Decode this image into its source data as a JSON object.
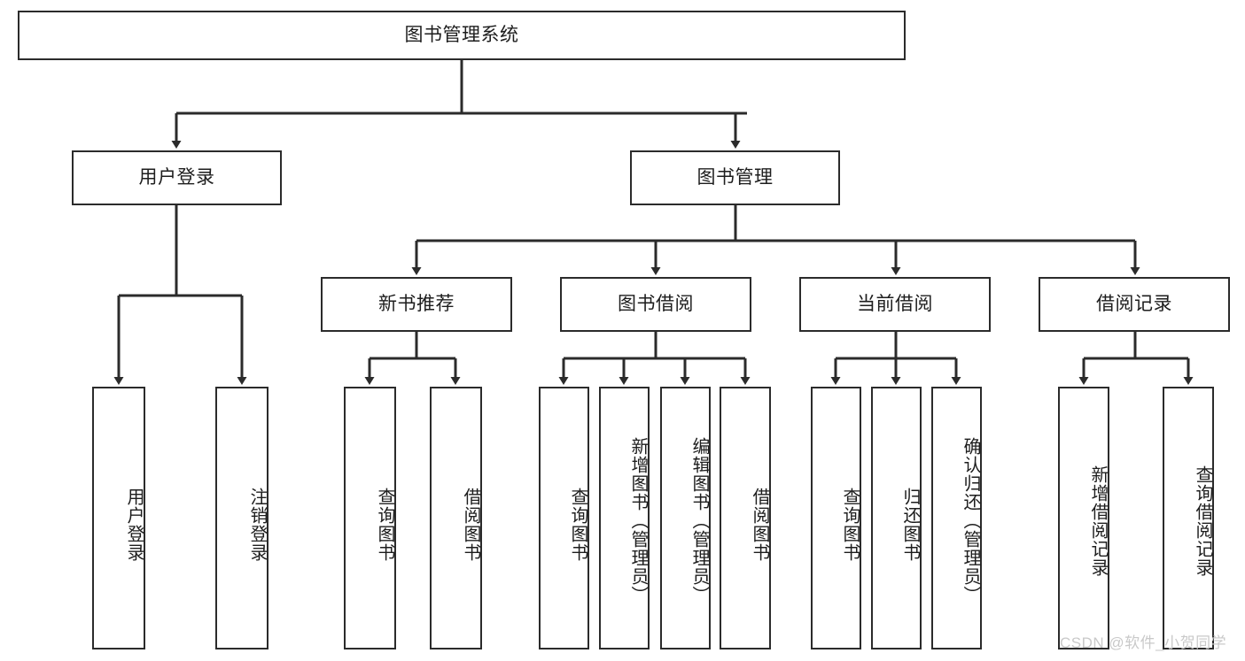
{
  "diagram": {
    "title_node": {
      "label": "图书管理系统"
    },
    "level2": [
      {
        "id": "user-login",
        "label": "用户登录"
      },
      {
        "id": "book-management",
        "label": "图书管理"
      }
    ],
    "level3": [
      {
        "id": "new-book-recommend",
        "label": "新书推荐"
      },
      {
        "id": "book-borrow",
        "label": "图书借阅"
      },
      {
        "id": "current-borrow",
        "label": "当前借阅"
      },
      {
        "id": "borrow-record",
        "label": "借阅记录"
      }
    ],
    "leaves": [
      {
        "id": "leaf-user-login",
        "label": "用户登录"
      },
      {
        "id": "leaf-logout-login",
        "label": "注销登录"
      },
      {
        "id": "leaf-query-book-1",
        "label": "查询图书"
      },
      {
        "id": "leaf-borrow-book-1",
        "label": "借阅图书"
      },
      {
        "id": "leaf-query-book-2",
        "label": "查询图书"
      },
      {
        "id": "leaf-add-book-admin",
        "label": "新增图书（管理员）"
      },
      {
        "id": "leaf-edit-book-admin",
        "label": "编辑图书（管理员）"
      },
      {
        "id": "leaf-borrow-book-2",
        "label": "借阅图书"
      },
      {
        "id": "leaf-query-book-3",
        "label": "查询图书"
      },
      {
        "id": "leaf-return-book",
        "label": "归还图书"
      },
      {
        "id": "leaf-confirm-return-admin",
        "label": "确认归还（管理员）"
      },
      {
        "id": "leaf-add-borrow-record",
        "label": "新增借阅记录"
      },
      {
        "id": "leaf-query-borrow-record",
        "label": "查询借阅记录"
      }
    ],
    "watermark": "CSDN @软件_小贺同学",
    "colors": {
      "stroke": "#2b2b2b",
      "background": "#ffffff",
      "text": "#1d1d1d",
      "watermark": "#c9c9c9"
    }
  }
}
